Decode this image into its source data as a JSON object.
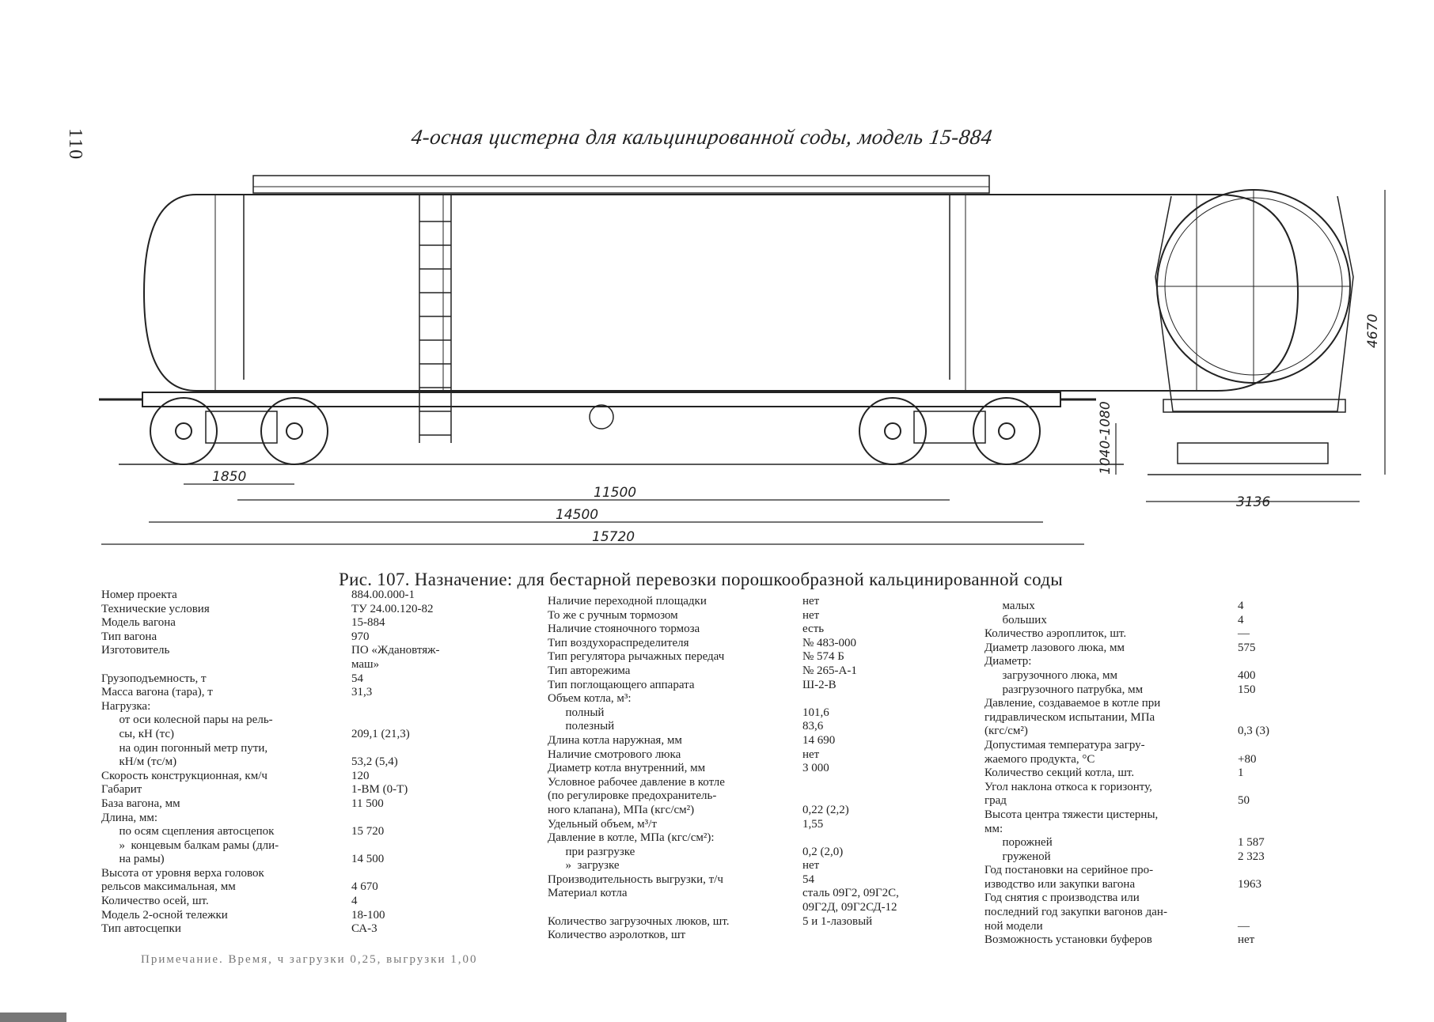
{
  "page": {
    "number": "110",
    "title": "4-осная цистерна для кальцинированной соды, модель 15-884"
  },
  "dimensions": {
    "bogie_base": "1850",
    "base": "11500",
    "coupler_axis": "14500",
    "length_total": "15720",
    "height": "4670",
    "coupler_height": "1040-1080",
    "width": "3136"
  },
  "caption": "Рис. 107. Назначение: для бестарной перевозки порошкообразной кальцинированной соды",
  "columns": {
    "col1": [
      {
        "label": "Номер проекта",
        "value": "884.00.000-1"
      },
      {
        "label": "Технические условия",
        "value": "ТУ 24.00.120-82"
      },
      {
        "label": "Модель вагона",
        "value": "15-884"
      },
      {
        "label": "Тип вагона",
        "value": "970"
      },
      {
        "label": "Изготовитель",
        "value": "ПО «Ждановтяж-"
      },
      {
        "label": "",
        "value": "маш»"
      },
      {
        "label": "Грузоподъемность, т",
        "value": "54"
      },
      {
        "label": "Масса вагона (тара), т",
        "value": "31,3"
      },
      {
        "label": "Нагрузка:",
        "value": ""
      },
      {
        "label": "      от оси колесной пары на рель-",
        "value": ""
      },
      {
        "label": "      сы, кН (тс)",
        "value": "209,1 (21,3)"
      },
      {
        "label": "      на один погонный метр пути,",
        "value": ""
      },
      {
        "label": "      кН/м (тс/м)",
        "value": "53,2 (5,4)"
      },
      {
        "label": "Скорость конструкционная, км/ч",
        "value": "120"
      },
      {
        "label": "Габарит",
        "value": "1-ВМ (0-Т)"
      },
      {
        "label": "База вагона, мм",
        "value": "11 500"
      },
      {
        "label": "Длина, мм:",
        "value": ""
      },
      {
        "label": "      по осям сцепления автосцепок",
        "value": "15 720"
      },
      {
        "label": "      »  концевым балкам рамы (дли-",
        "value": ""
      },
      {
        "label": "      на рамы)",
        "value": "14 500"
      },
      {
        "label": "Высота от уровня верха головок",
        "value": ""
      },
      {
        "label": "рельсов максимальная, мм",
        "value": "4 670"
      },
      {
        "label": "Количество осей, шт.",
        "value": "4"
      },
      {
        "label": "Модель 2-осной тележки",
        "value": "18-100"
      },
      {
        "label": "Тип автосцепки",
        "value": "СА-3"
      }
    ],
    "col2": [
      {
        "label": "Наличие переходной площадки",
        "value": "нет"
      },
      {
        "label": "То же с ручным тормозом",
        "value": "нет"
      },
      {
        "label": "Наличие стояночного тормоза",
        "value": "есть"
      },
      {
        "label": "Тип воздухораспределителя",
        "value": "№ 483-000"
      },
      {
        "label": "Тип регулятора рычажных передач",
        "value": "№ 574 Б"
      },
      {
        "label": "Тип авторежима",
        "value": "№ 265-А-1"
      },
      {
        "label": "Тип поглощающего аппарата",
        "value": "Ш-2-В"
      },
      {
        "label": "Объем котла, м³:",
        "value": ""
      },
      {
        "label": "      полный",
        "value": "101,6"
      },
      {
        "label": "      полезный",
        "value": "83,6"
      },
      {
        "label": "Длина котла наружная, мм",
        "value": "14 690"
      },
      {
        "label": "Наличие смотрового люка",
        "value": "нет"
      },
      {
        "label": "Диаметр котла внутренний, мм",
        "value": "3 000"
      },
      {
        "label": "Условное рабочее давление в котле",
        "value": ""
      },
      {
        "label": "(по регулировке предохранитель-",
        "value": ""
      },
      {
        "label": "ного клапана), МПа (кгс/см²)",
        "value": "0,22 (2,2)"
      },
      {
        "label": "Удельный объем, м³/т",
        "value": "1,55"
      },
      {
        "label": "Давление в котле, МПа (кгс/см²):",
        "value": ""
      },
      {
        "label": "      при разгрузке",
        "value": "0,2 (2,0)"
      },
      {
        "label": "      »  загрузке",
        "value": "нет"
      },
      {
        "label": "Производительность выгрузки, т/ч",
        "value": "54"
      },
      {
        "label": "Материал котла",
        "value": "сталь 09Г2, 09Г2С,"
      },
      {
        "label": "",
        "value": "09Г2Д, 09Г2СД-12"
      },
      {
        "label": "Количество загрузочных люков, шт.",
        "value": "5 и 1-лазовый"
      },
      {
        "label": "Количество аэролотков, шт",
        "value": ""
      }
    ],
    "col3": [
      {
        "label": "      малых",
        "value": "4"
      },
      {
        "label": "      больших",
        "value": "4"
      },
      {
        "label": "Количество аэроплиток, шт.",
        "value": "—"
      },
      {
        "label": "Диаметр лазового люка, мм",
        "value": "575"
      },
      {
        "label": "Диаметр:",
        "value": ""
      },
      {
        "label": "      загрузочного люка, мм",
        "value": "400"
      },
      {
        "label": "      разгрузочного патрубка, мм",
        "value": "150"
      },
      {
        "label": "Давление, создаваемое в котле при",
        "value": ""
      },
      {
        "label": "гидравлическом испытании, МПа",
        "value": ""
      },
      {
        "label": "(кгс/см²)",
        "value": "0,3 (3)"
      },
      {
        "label": "Допустимая температура загру-",
        "value": ""
      },
      {
        "label": "жаемого продукта, °С",
        "value": "+80"
      },
      {
        "label": "Количество секций котла, шт.",
        "value": "1"
      },
      {
        "label": "Угол наклона откоса к горизонту,",
        "value": ""
      },
      {
        "label": "град",
        "value": "50"
      },
      {
        "label": "Высота центра тяжести цистерны,",
        "value": ""
      },
      {
        "label": "мм:",
        "value": ""
      },
      {
        "label": "      порожней",
        "value": "1 587"
      },
      {
        "label": "      груженой",
        "value": "2 323"
      },
      {
        "label": "Год постановки на серийное про-",
        "value": ""
      },
      {
        "label": "изводство или закупки вагона",
        "value": "1963"
      },
      {
        "label": "Год снятия с производства или",
        "value": ""
      },
      {
        "label": "последний год закупки вагонов дан-",
        "value": ""
      },
      {
        "label": "ной модели",
        "value": "—"
      },
      {
        "label": "Возможность установки буферов",
        "value": "нет"
      }
    ]
  },
  "note": "Примечание. Время, ч загрузки 0,25, выгрузки 1,00"
}
